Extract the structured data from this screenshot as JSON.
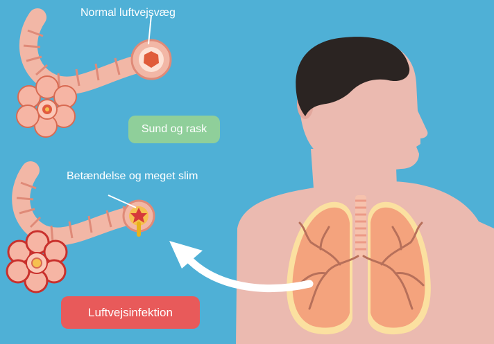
{
  "labels": {
    "normal_airway": "Normal luftvejsvæg",
    "inflamed_airway": "Betændelse og meget slim"
  },
  "badges": {
    "healthy": "Sund og rask",
    "infection": "Luftvejsinfektion"
  },
  "colors": {
    "background": "#4fb0d6",
    "healthy_badge": "#8fcf9a",
    "infection_badge": "#e85a5a",
    "airway": "#f2b7a6",
    "airway_ring": "#df8a78",
    "lung": "#f4a37d",
    "skin": "#ebbab0",
    "hair": "#2b2422",
    "mucus": "#e8b21c"
  },
  "icons": {
    "healthy_airway": "bronchus-with-alveoli-icon",
    "inflamed_airway": "inflamed-bronchus-icon",
    "person": "human-torso-with-lungs-icon",
    "arrow": "curved-arrow-icon"
  }
}
